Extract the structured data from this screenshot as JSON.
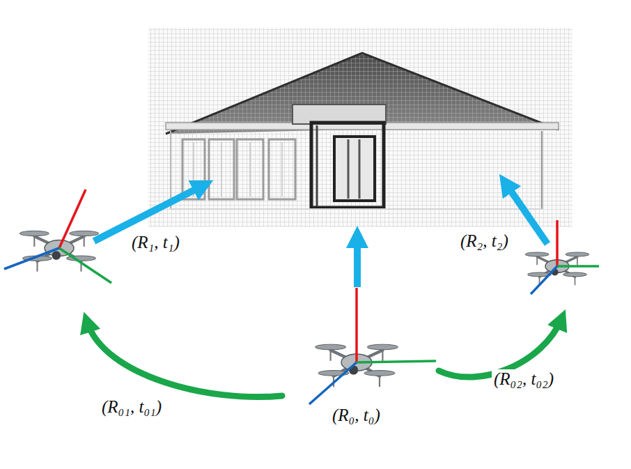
{
  "diagram": {
    "labels": [
      "(R₁, t₁)",
      "(R₂, t₂)",
      "(R₀₁, t₀₁)",
      "(R₀, t₀)",
      "(R₀₂, t₀₂)"
    ]
  }
}
